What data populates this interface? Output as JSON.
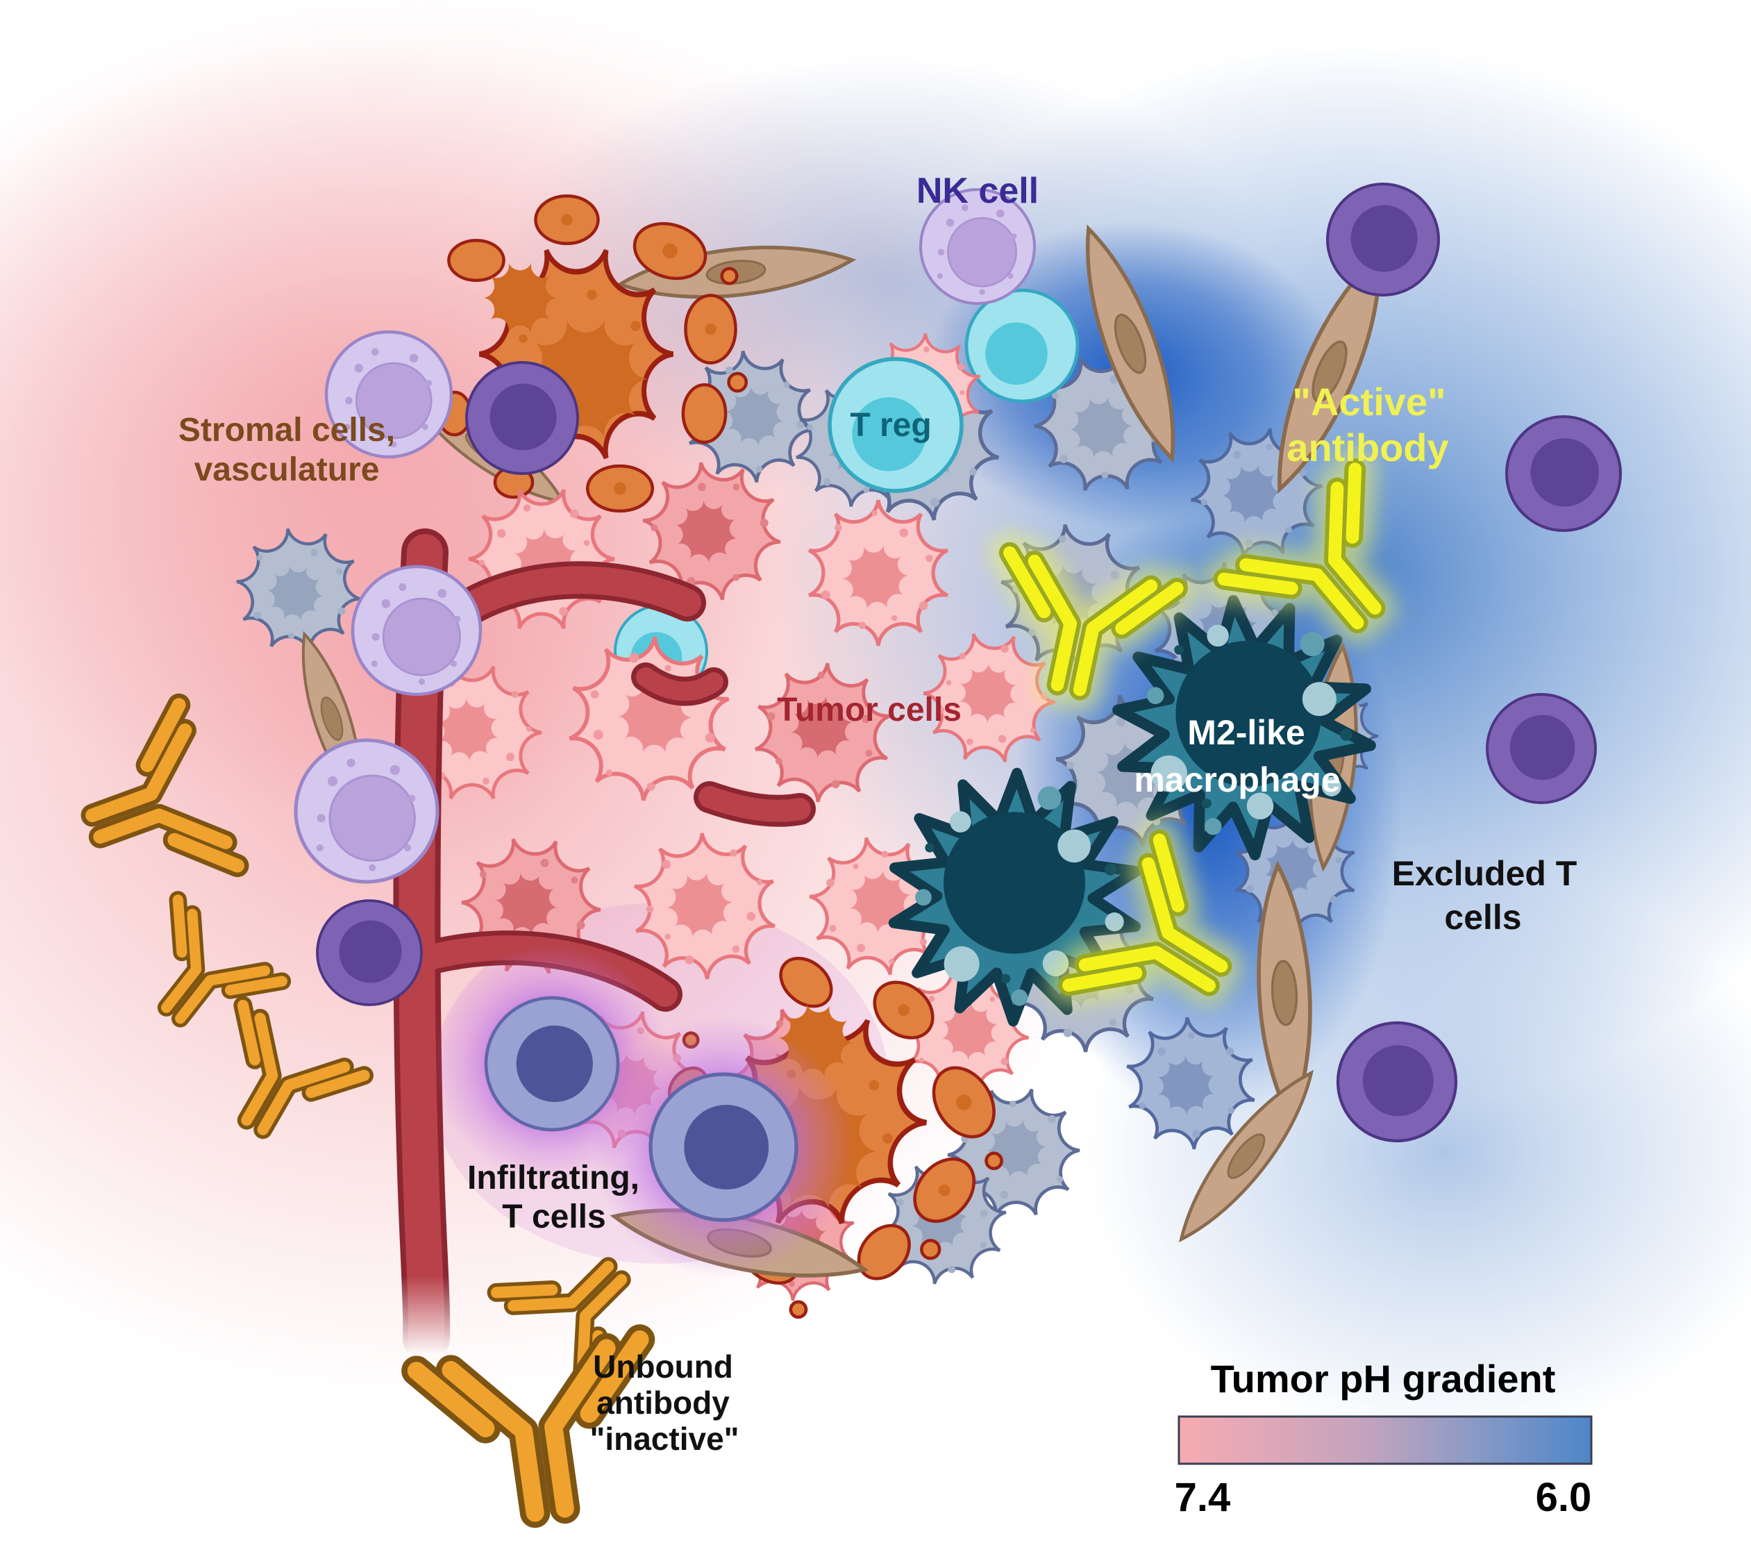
{
  "labels": {
    "nk_cell": "NK cell",
    "t_reg": "T reg",
    "active_antibody_line1": "\"Active\"",
    "active_antibody_line2": "antibody",
    "stromal_line1": "Stromal cells,",
    "stromal_line2": "vasculature",
    "tumor_cells": "Tumor cells",
    "m2_line1": "M2-like",
    "m2_line2": "macrophage",
    "excluded_line1": "Excluded T",
    "excluded_line2": "cells",
    "infiltrating_line1": "Infiltrating,",
    "infiltrating_line2": "T cells",
    "unbound_line1": "Unbound",
    "unbound_line2": "antibody",
    "unbound_line3": "\"inactive\""
  },
  "legend": {
    "title": "Tumor pH gradient",
    "left_value": "7.4",
    "right_value": "6.0",
    "left_color": "#f7abb2",
    "right_color": "#4e86c8"
  },
  "colors": {
    "tumor_cell_pink": "#fbc7c9",
    "acidic_cell_gray_blue": "#a3b6d6",
    "macrophage_teal": "#2f7f96",
    "active_antibody_yellow": "#f4f41c",
    "unbound_antibody_orange": "#efa22d",
    "stromal_tan": "#c7a488",
    "t_cell_purple": "#7e63b5",
    "nk_lavender": "#d5c8ee",
    "treg_cyan": "#9ee3ed",
    "vessel_red": "#b8414a",
    "label_nk": "#3b2b96",
    "label_treg": "#0f6478",
    "label_active": "#f0f153",
    "label_stromal": "#7b4a1e",
    "label_tumor": "#a32530"
  }
}
